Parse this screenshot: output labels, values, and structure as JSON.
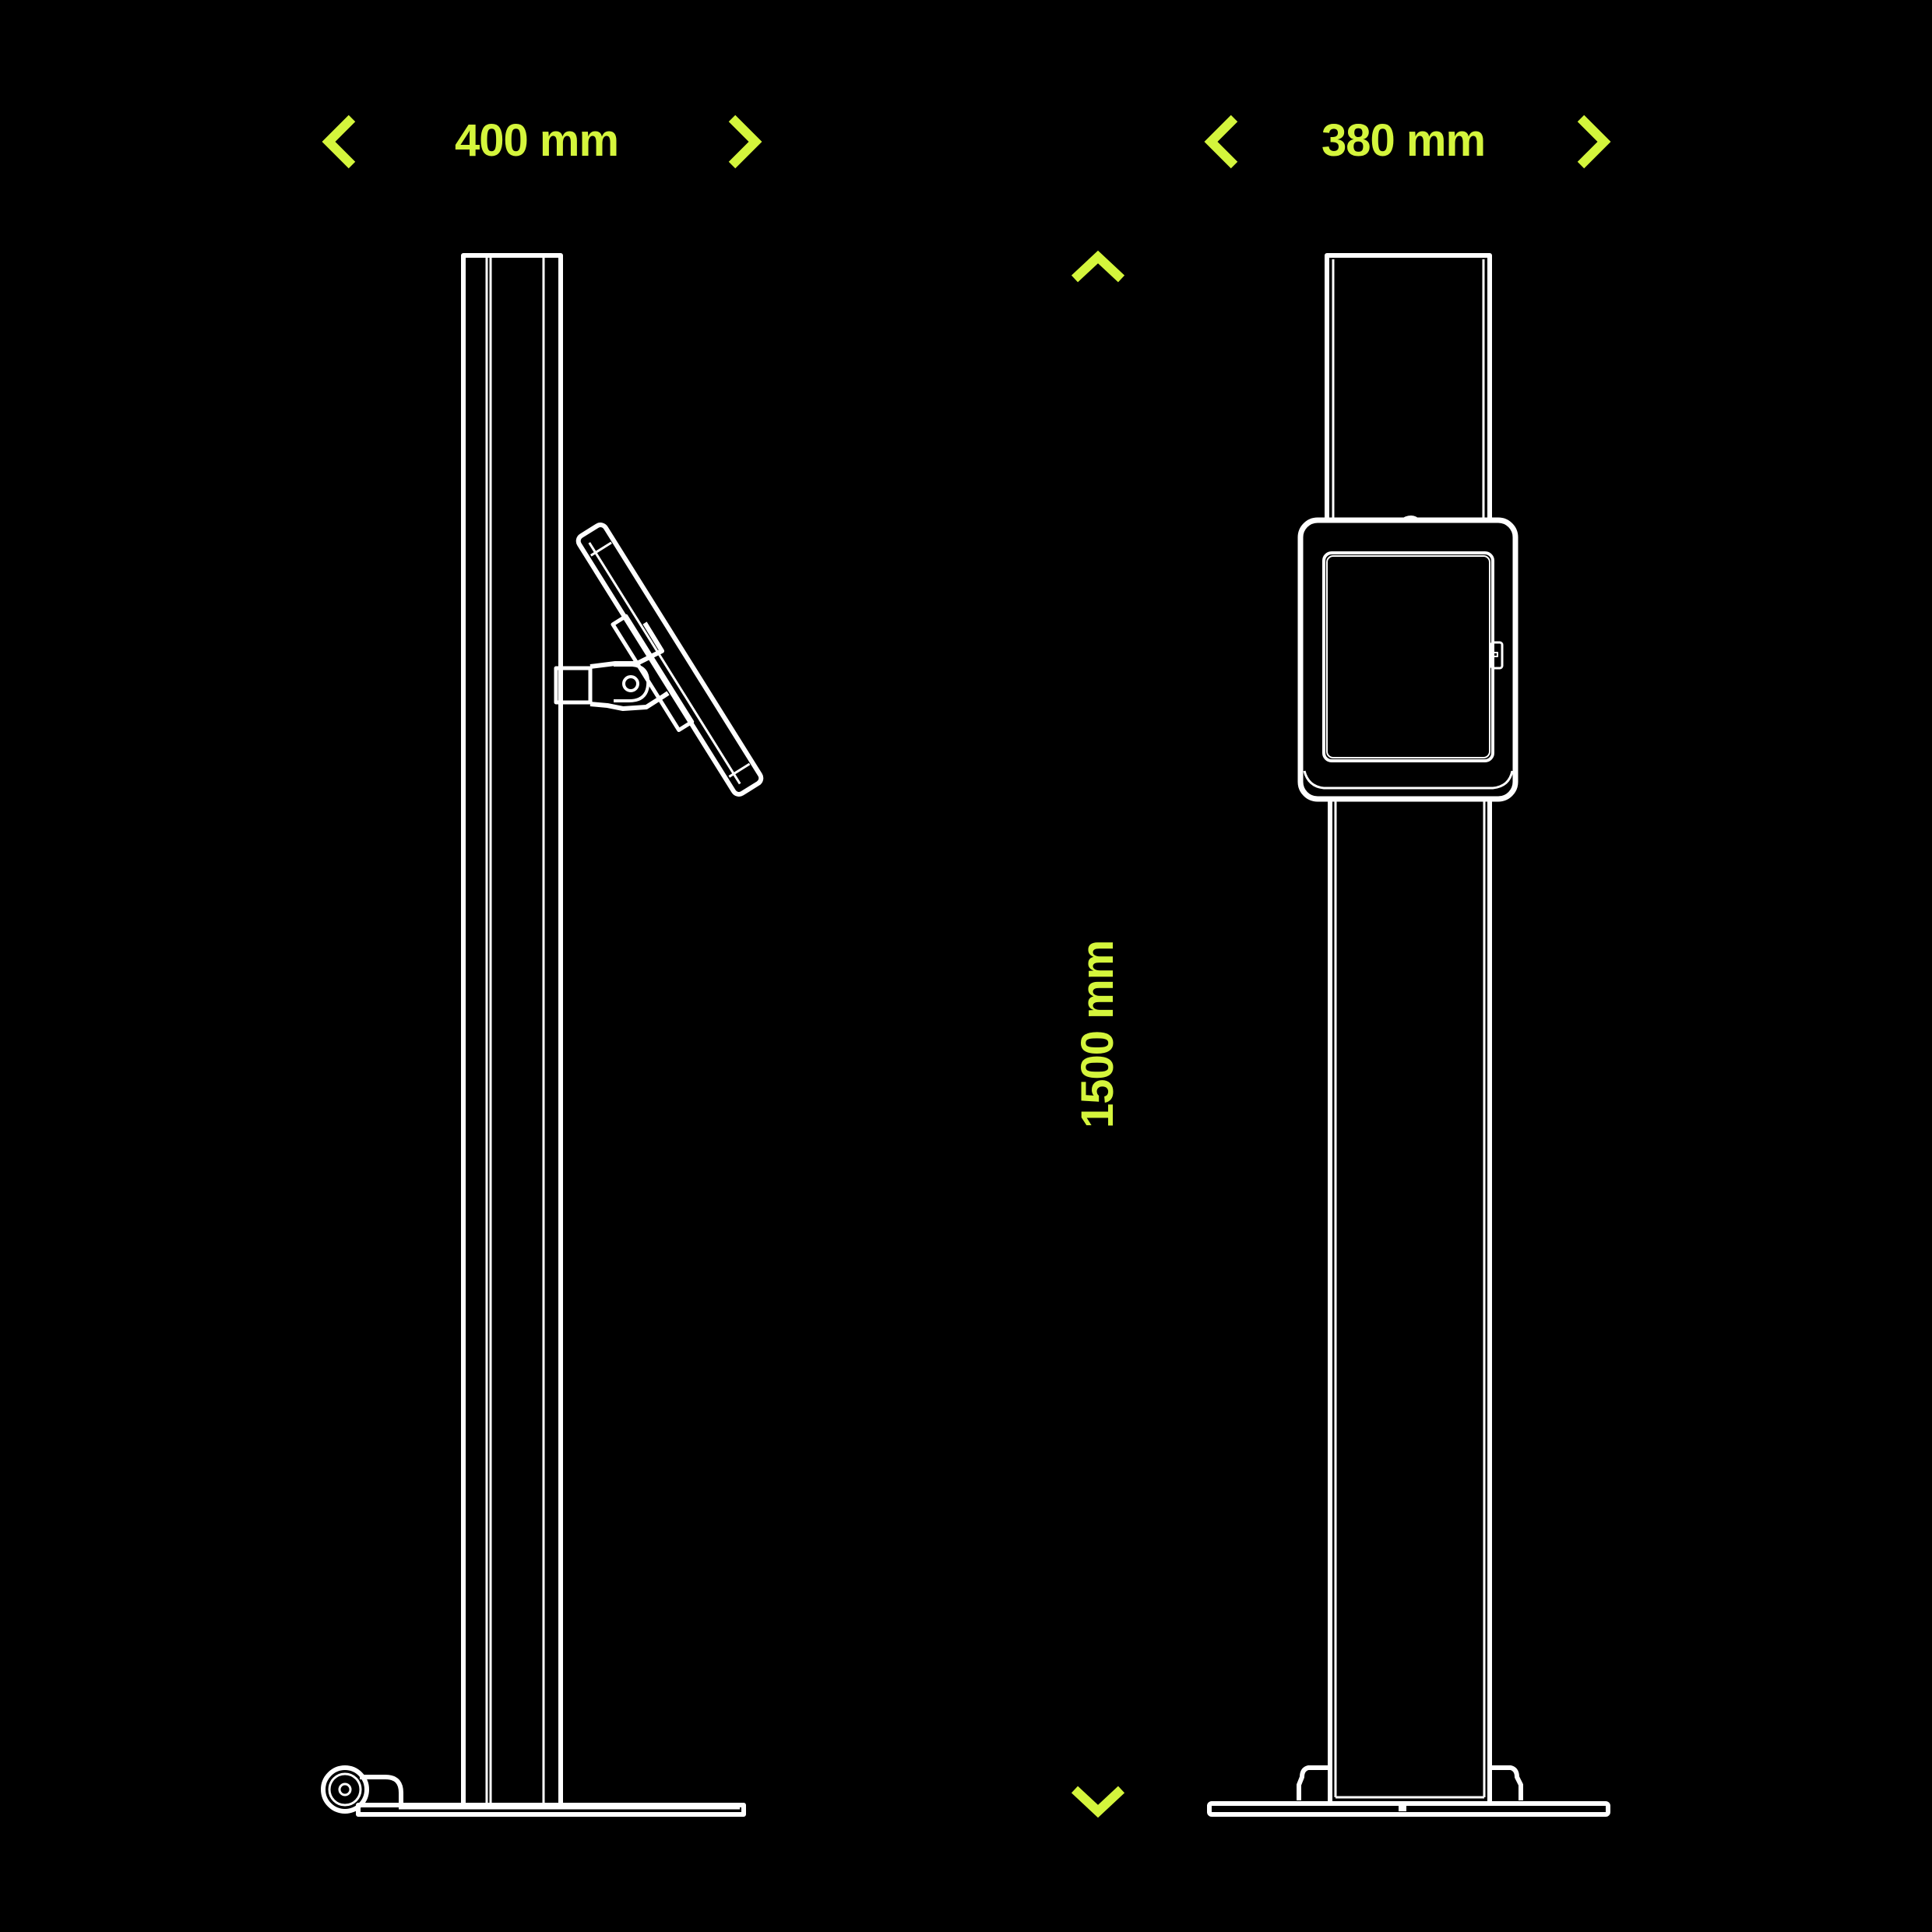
{
  "colors": {
    "background": "#000000",
    "accent": "#d4f53c",
    "line": "#ffffff"
  },
  "dimensions": {
    "side_width": {
      "label": "400 mm",
      "icons": [
        "chevron-left-icon",
        "chevron-right-icon"
      ]
    },
    "front_width": {
      "label": "380 mm",
      "icons": [
        "chevron-left-icon",
        "chevron-right-icon"
      ]
    },
    "height": {
      "label": "1500 mm",
      "icons": [
        "chevron-up-icon",
        "chevron-down-icon"
      ]
    }
  },
  "views": [
    {
      "name": "side-view",
      "description": "Kiosk stand side profile with tilted tablet mount"
    },
    {
      "name": "front-view",
      "description": "Kiosk stand front view with tablet enclosure"
    }
  ]
}
